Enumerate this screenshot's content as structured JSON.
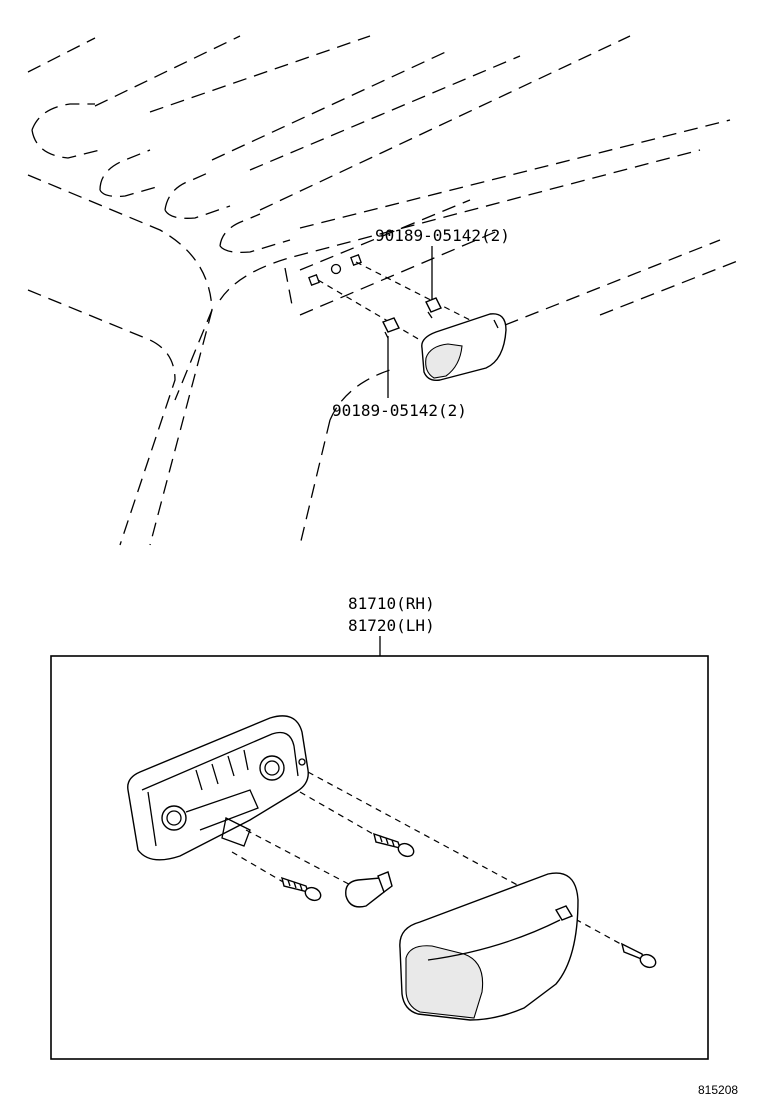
{
  "callouts": {
    "clip_upper": "90189-05142(2)",
    "clip_lower": "90189-05142(2)",
    "lamp_rh": "81710(RH)",
    "lamp_lh": "81720(LH)"
  },
  "figure_id": "815208"
}
